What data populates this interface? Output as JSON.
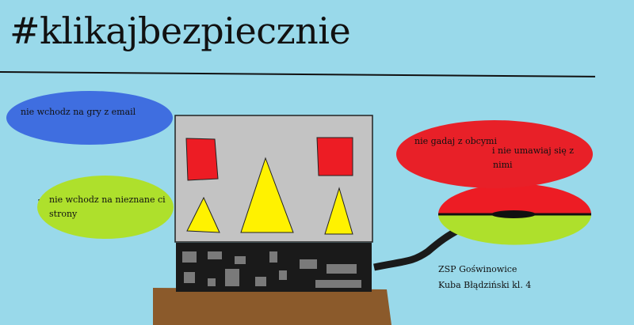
{
  "title": "#klikajbezpiecznie",
  "bubbles": {
    "blue": "nie wchodz na gry z email",
    "green_line1": "nie wchodz na nieznane ci",
    "green_line2": "strony",
    "red_line1": "nie gadaj z obcymi",
    "red_line2": "i nie umawiaj się z",
    "red_line3": "nimi"
  },
  "signature": {
    "line1": "ZSP Goświnowice",
    "line2": "Kuba Błądziński kl. 4"
  },
  "colors": {
    "background": "#99d9ea",
    "monitor": "#c3c3c3",
    "red": "#ed1c24",
    "yellow": "#fff200",
    "keyboard": "#1a1a1a",
    "desk": "#8b5a2b"
  }
}
